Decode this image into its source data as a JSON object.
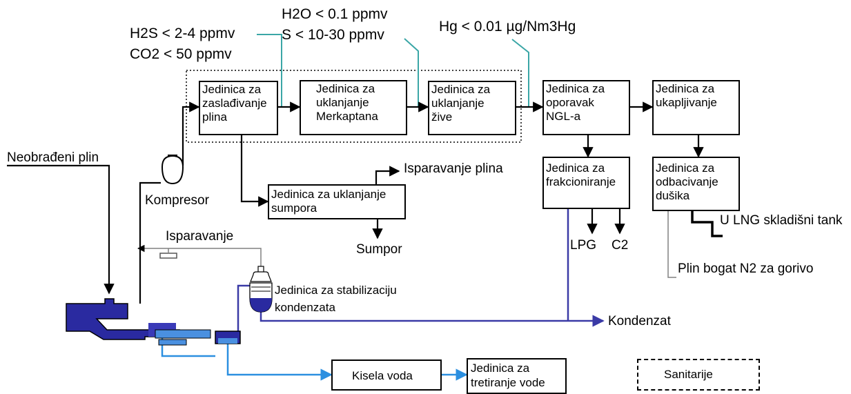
{
  "specs": {
    "h2s": "H2S < 2-4 ppmv",
    "co2": "CO2 < 50 ppmv",
    "h2o": "H2O < 0.1 ppmv",
    "s": "S < 10-30 ppmv",
    "hg": "Hg < 0.01 µg/Nm3Hg"
  },
  "units": {
    "sweetening": [
      "Jedinica za",
      "zaslađivanje",
      "plina"
    ],
    "mercaptan": [
      "Jedinica za",
      "uklanjanje",
      "Merkaptana"
    ],
    "mercury": [
      "Jedinica za",
      "uklanjanje",
      "žive"
    ],
    "ngl": [
      "Jedinica za",
      "oporavak",
      "NGL-a"
    ],
    "liquefaction": [
      "Jedinica za",
      "ukapljivanje"
    ],
    "fractionation": [
      "Jedinica za",
      "frakcioniranje"
    ],
    "nitrogen": [
      "Jedinica za",
      "odbacivanje",
      "dušika"
    ],
    "sulfur": [
      "Jedinica za uklanjanje",
      "sumpora"
    ],
    "sour_water": [
      "Kisela voda"
    ],
    "water_treatment": [
      "Jedinica za",
      "tretiranje vode"
    ],
    "sanitary": [
      "Sanitarije"
    ]
  },
  "labels": {
    "raw_gas": "Neobrađeni plin",
    "compressor": "Kompresor",
    "gas_evaporation": "Isparavanje plina",
    "sulfur_out": "Sumpor",
    "evaporation": "Isparavanje",
    "stabilization_line1": "Jedinica za stabilizaciju",
    "stabilization_line2": "kondenzata",
    "lpg": "LPG",
    "c2": "C2",
    "lng_tank": "U LNG skladišni tank",
    "n2_fuel": "Plin bogat N2 za gorivo",
    "condensate": "Kondenzat"
  },
  "colors": {
    "line": "#000000",
    "teal": "#3aa6a6",
    "condensate": "#3a3aa6",
    "water": "#2b8fe0",
    "vessel_dark": "#2a2aa0",
    "vessel_light": "#4a90e0",
    "gray": "#808080"
  }
}
